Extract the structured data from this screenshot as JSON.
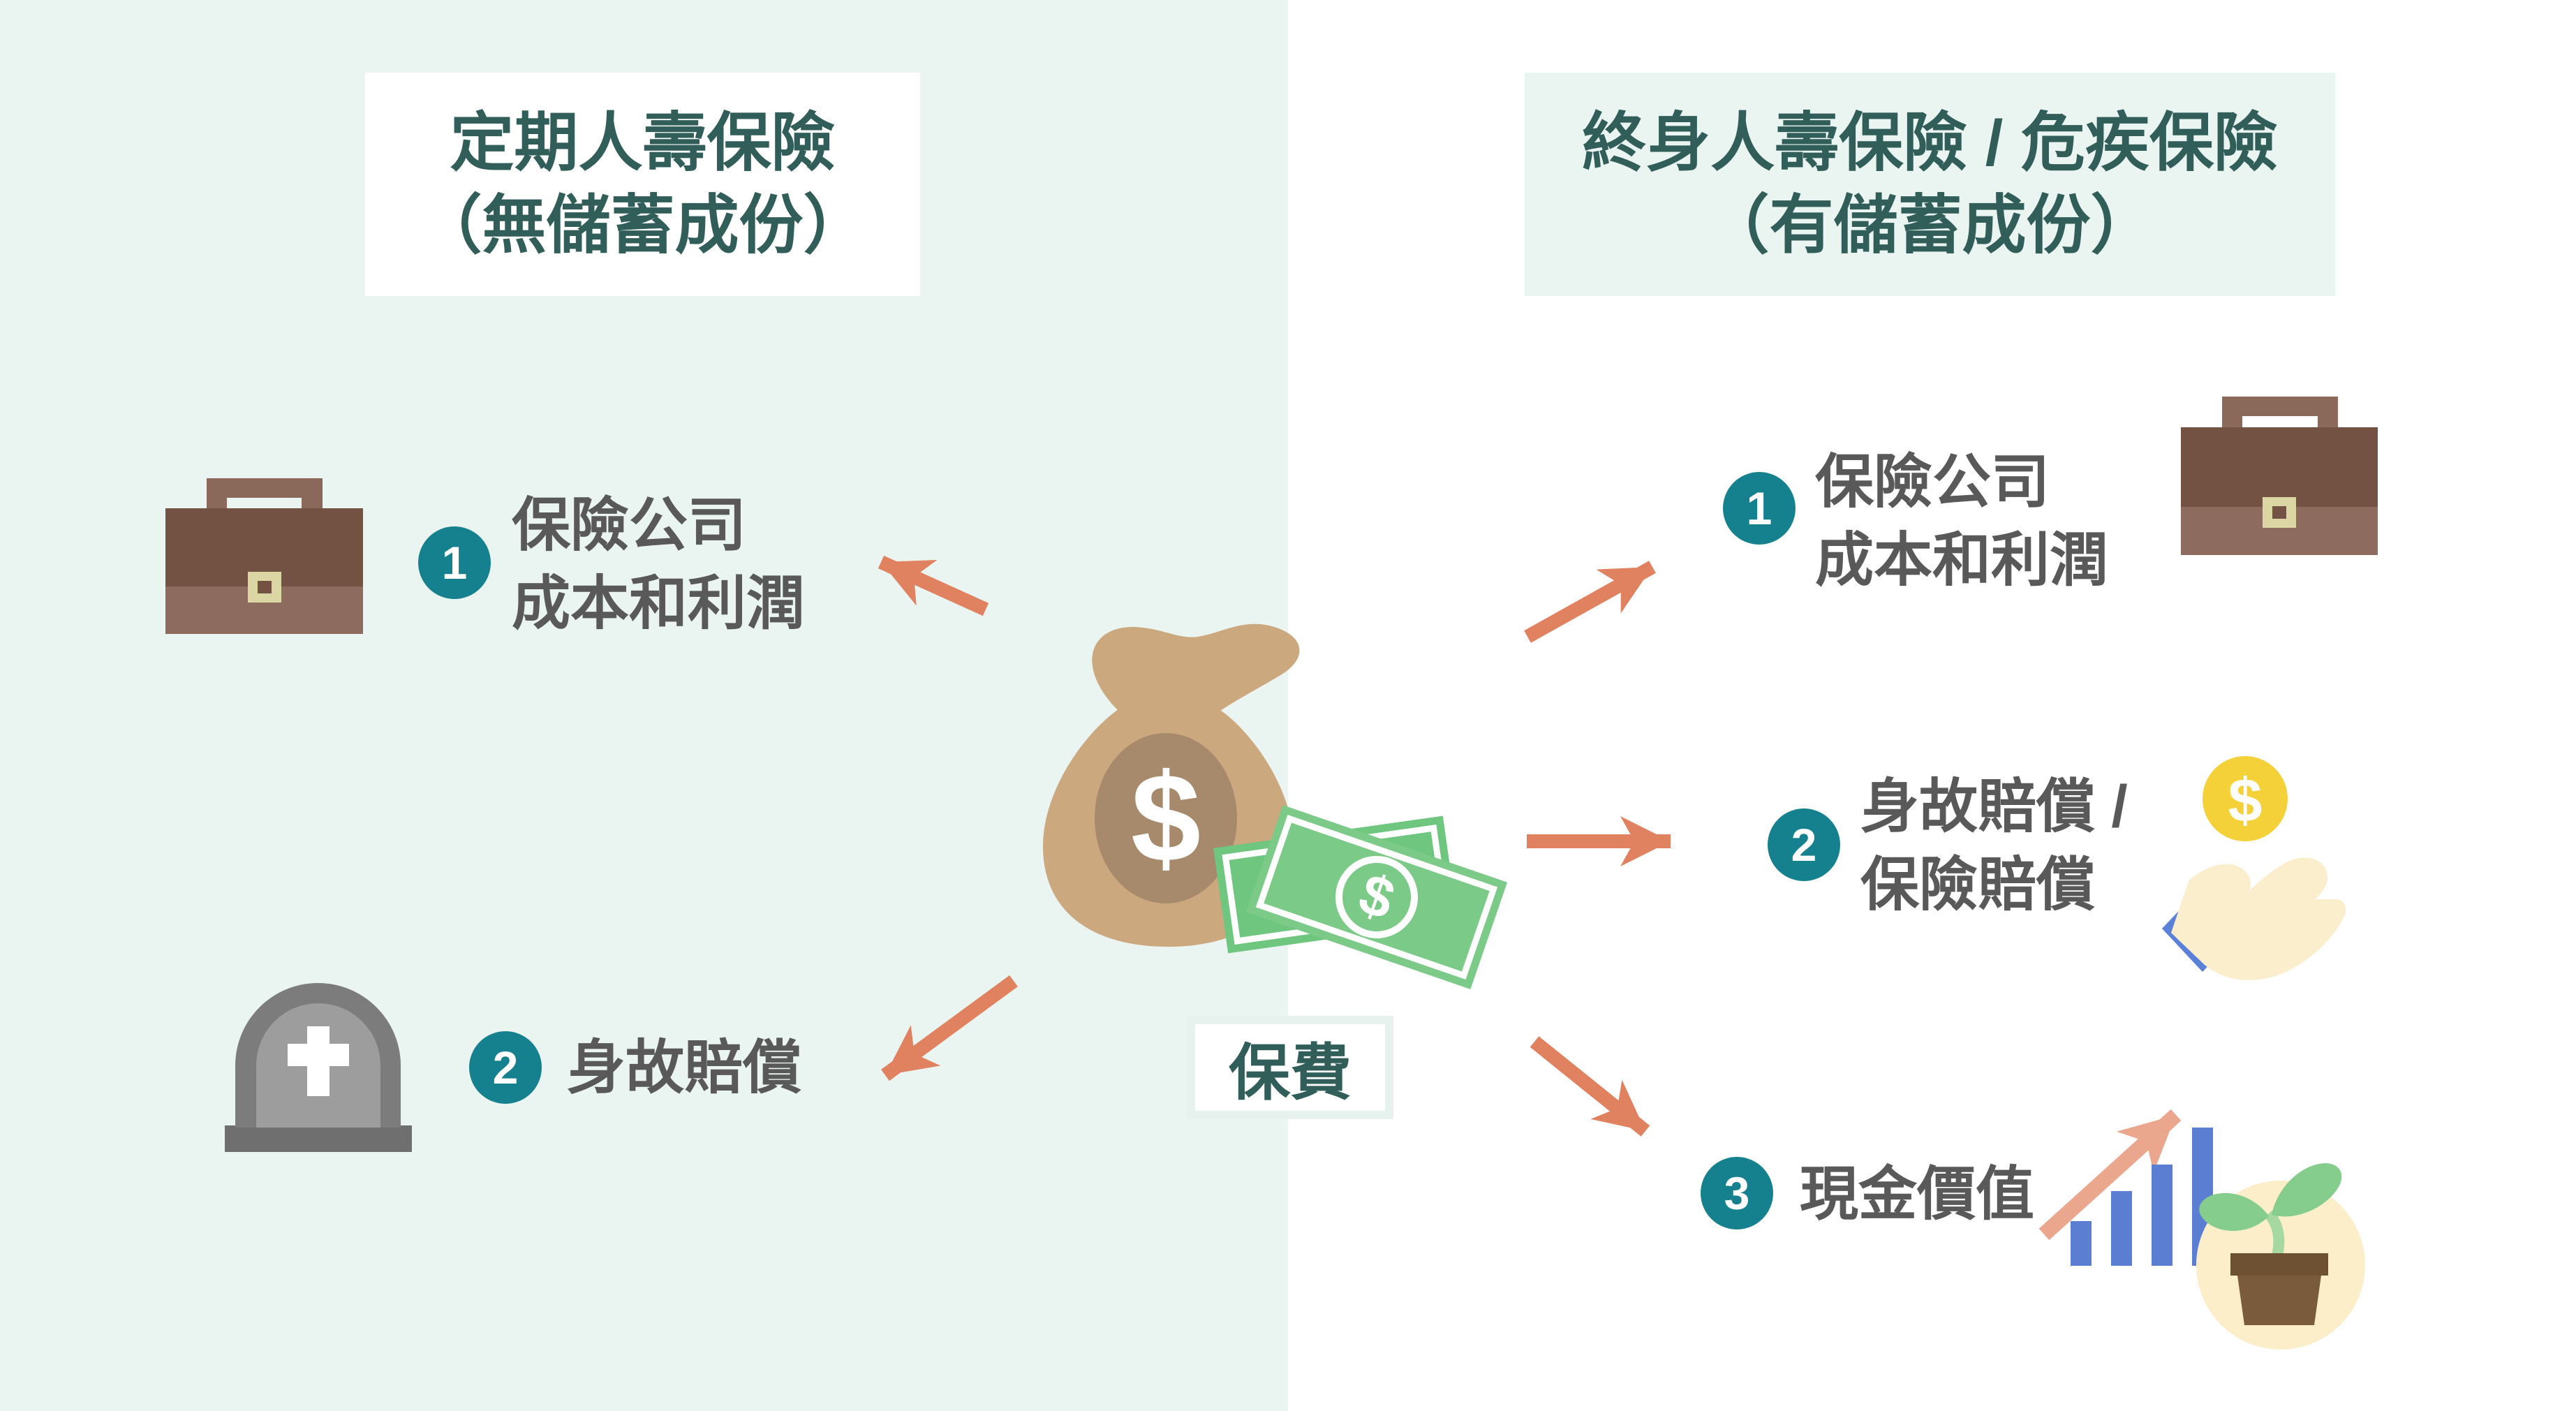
{
  "left_panel": {
    "title": {
      "line1": "定期人壽保險",
      "line2": "（無儲蓄成份）"
    },
    "items": [
      {
        "badge": "1",
        "text_line1": "保險公司",
        "text_line2": "成本和利潤"
      },
      {
        "badge": "2",
        "text_line1": "身故賠償"
      }
    ]
  },
  "right_panel": {
    "title": {
      "line1": "終身人壽保險 / 危疾保險",
      "line2": "（有儲蓄成份）"
    },
    "items": [
      {
        "badge": "1",
        "text_line1": "保險公司",
        "text_line2": "成本和利潤"
      },
      {
        "badge": "2",
        "text_line1": "身故賠償 /",
        "text_line2": "保險賠償"
      },
      {
        "badge": "3",
        "text_line1": "現金價值"
      }
    ]
  },
  "center": {
    "premium_label": "保費",
    "money_bag_symbol": "$",
    "banknote_symbol": "$",
    "coin_symbol": "$"
  },
  "icons": [
    "briefcase-icon",
    "tombstone-icon",
    "money-bag-icon",
    "banknotes-icon",
    "coin-in-hand-icon",
    "growth-bar-chart-icon",
    "plant-pot-icon",
    "arrow-icon"
  ],
  "colors": {
    "left_background": "#eaf4f1",
    "right_background": "#ffffff",
    "title_text": "#315e59",
    "item_text": "#595959",
    "badge_teal": "#15818e",
    "arrow_salmon": "#e08260",
    "arrow_light_salmon": "#eba78e",
    "briefcase_dark": "#745243",
    "briefcase_light": "#8d6b5e",
    "money_bag_tan": "#cba87e",
    "banknote_green": "#7cca87",
    "coin_yellow": "#f5d139",
    "bars_blue": "#5b7ed2",
    "pot_brown": "#7a5c3c",
    "leaf_green": "#85cd8d"
  }
}
